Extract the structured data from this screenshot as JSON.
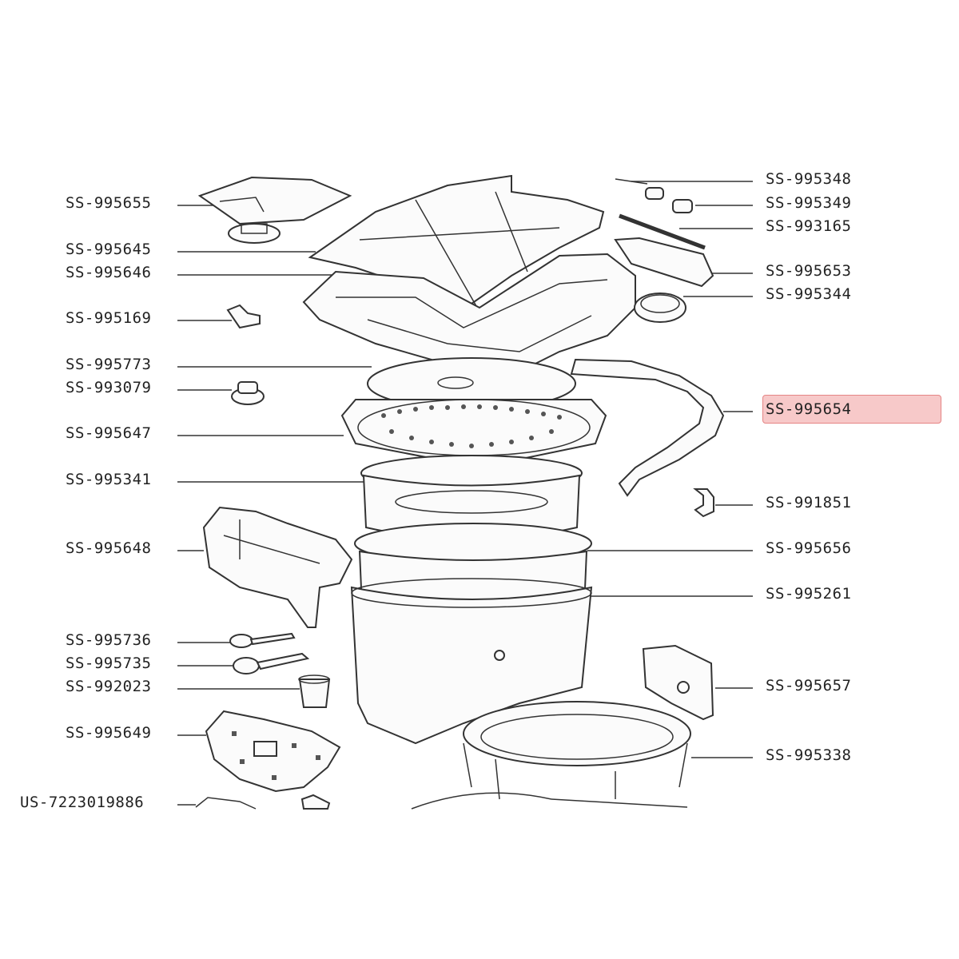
{
  "highlight_color": "#f7c9c9",
  "highlight_border": "#e58585",
  "highlighted_part": "SS-995654",
  "parts_left": [
    {
      "label": "SS-995655"
    },
    {
      "label": "SS-995645"
    },
    {
      "label": "SS-995646"
    },
    {
      "label": "SS-995169"
    },
    {
      "label": "SS-995773"
    },
    {
      "label": "SS-993079"
    },
    {
      "label": "SS-995647"
    },
    {
      "label": "SS-995341"
    },
    {
      "label": "SS-995648"
    },
    {
      "label": "SS-995736"
    },
    {
      "label": "SS-995735"
    },
    {
      "label": "SS-992023"
    },
    {
      "label": "SS-995649"
    },
    {
      "label": "US-7223019886"
    }
  ],
  "parts_right": [
    {
      "label": "SS-995348"
    },
    {
      "label": "SS-995349"
    },
    {
      "label": "SS-993165"
    },
    {
      "label": "SS-995653"
    },
    {
      "label": "SS-995344"
    },
    {
      "label": "SS-995654"
    },
    {
      "label": "SS-991851"
    },
    {
      "label": "SS-995656"
    },
    {
      "label": "SS-995261"
    },
    {
      "label": "SS-995657"
    },
    {
      "label": "SS-995338"
    }
  ]
}
